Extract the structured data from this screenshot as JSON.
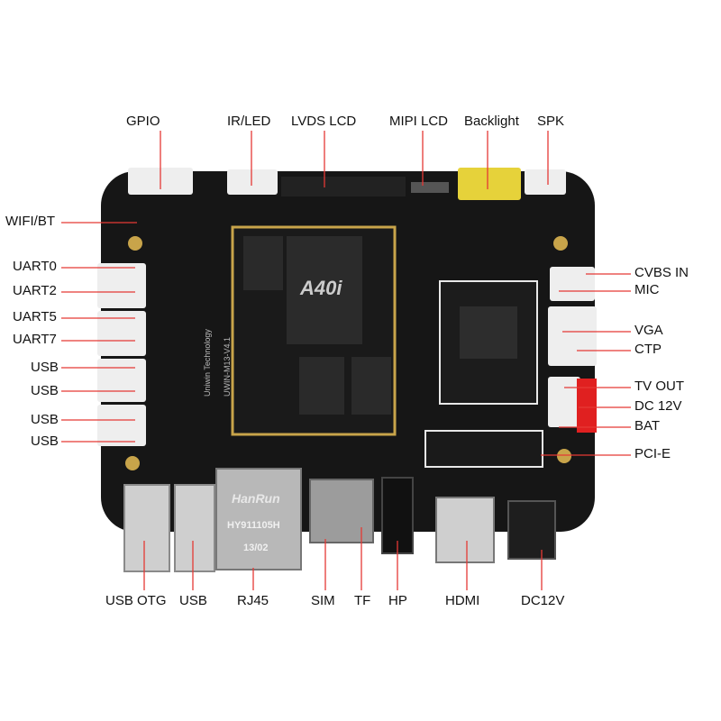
{
  "labels": {
    "gpio": "GPIO",
    "ir_led": "IR/LED",
    "lvds_lcd": "LVDS LCD",
    "mipi_lcd": "MIPI LCD",
    "backlight": "Backlight",
    "spk": "SPK",
    "wifi_bt": "WIFI/BT",
    "uart0": "UART0",
    "uart2": "UART2",
    "uart5": "UART5",
    "uart7": "UART7",
    "usb_1": "USB",
    "usb_2": "USB",
    "usb_3": "USB",
    "usb_4": "USB",
    "cvbs_in": "CVBS IN",
    "mic": "MIC",
    "vga": "VGA",
    "ctp": "CTP",
    "tv_out": "TV OUT",
    "dc_12v_right": "DC 12V",
    "bat": "BAT",
    "pci_e": "PCI-E",
    "usb_otg": "USB OTG",
    "usb_bottom": "USB",
    "rj45": "RJ45",
    "sim": "SIM",
    "tf": "TF",
    "hp": "HP",
    "hdmi": "HDMI",
    "dc12v_bottom": "DC12V"
  },
  "board_text": {
    "soc": "A40i",
    "hanrun": "HanRun",
    "hanrun_part": "HY911105H",
    "hanrun_date": "13/02",
    "vendor": "Uniwin Technology",
    "board_id": "UWIN-M13-V4.1"
  },
  "colors": {
    "pcb": "#161616",
    "connector": "#eeeeee",
    "backlight_connector": "#e6d23a",
    "red_connector": "#e02020",
    "gold": "#c8a44a",
    "leader_line": "#e53935",
    "label_text": "#111111"
  }
}
